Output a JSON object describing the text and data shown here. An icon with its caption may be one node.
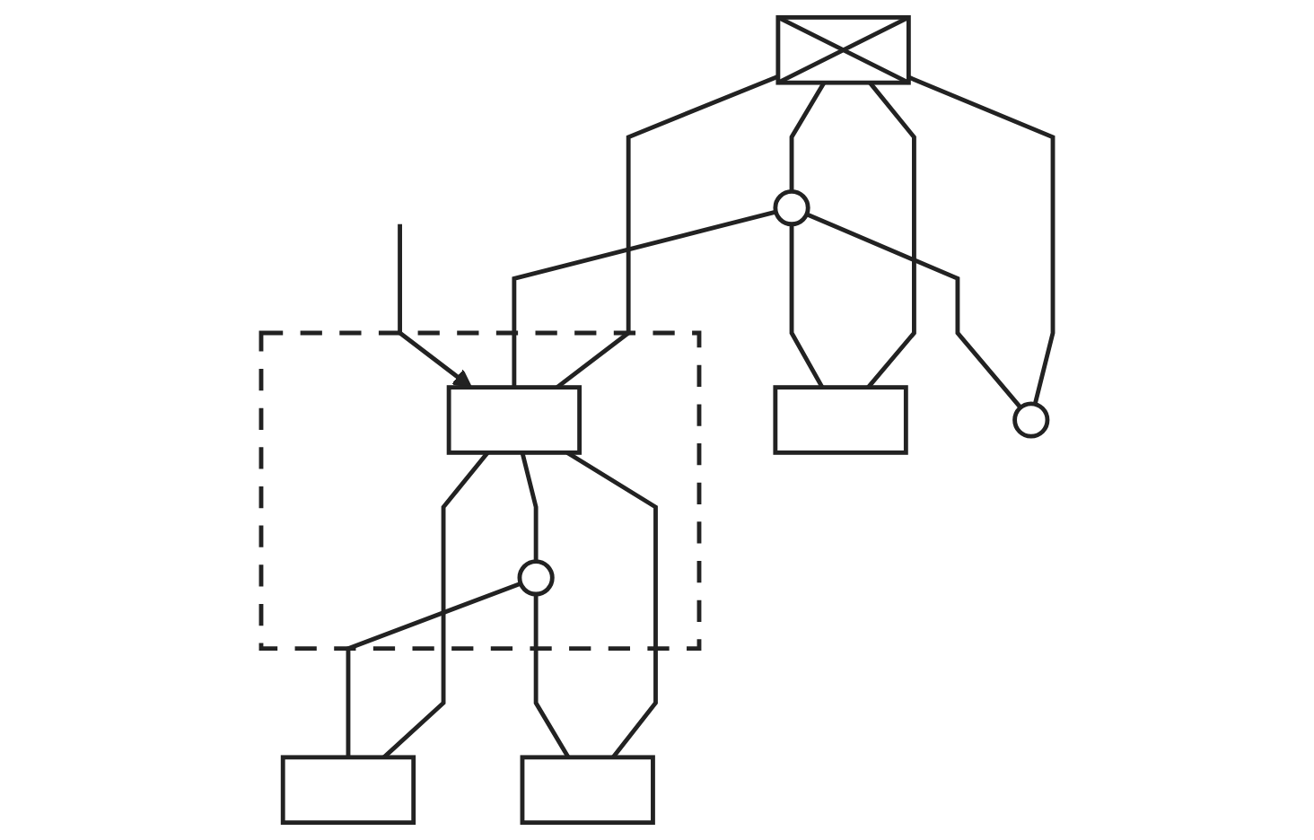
{
  "diagram": {
    "nodes": [
      {
        "text": [],
        "shape": "box"
      },
      {
        "text": [],
        "shape": "circle"
      },
      {
        "text": [],
        "shape": "box"
      },
      {
        "text": [],
        "shape": "circle"
      },
      {
        "text": [],
        "shape": "box"
      },
      {
        "text": [],
        "shape": "box",
        "in": 4
      },
      {
        "text": [],
        "shape": "circle",
        "in": 4
      },
      {
        "text": [],
        "shape": "box"
      },
      {
        "text": [],
        "shape": "box"
      }
    ],
    "edges": [
      {
        "from": 0,
        "to": 1,
        "arrow": "none"
      },
      {
        "from": 0,
        "to": 2,
        "arrow": "none"
      },
      {
        "from": 0,
        "to": 3,
        "arrow": "none"
      },
      {
        "from": 0,
        "to": 5,
        "arrow": "none"
      },
      {
        "from": 1,
        "to": 2,
        "arrow": "none"
      },
      {
        "from": 1,
        "to": 3,
        "arrow": "none"
      },
      {
        "from": 1,
        "to": 5,
        "arrow": "none"
      },
      {
        "from": 5,
        "to": 6,
        "arrow": "none"
      },
      {
        "from": 5,
        "to": 7,
        "arrow": "none"
      },
      {
        "from": 5,
        "to": 8,
        "arrow": "none"
      },
      {
        "from": 6,
        "to": 7,
        "arrow": "none"
      },
      {
        "from": 6,
        "to": 8,
        "arrow": "none"
      },
      {
        "from": null,
        "to": 5,
        "arrow": "to"
      }
    ]
  }
}
